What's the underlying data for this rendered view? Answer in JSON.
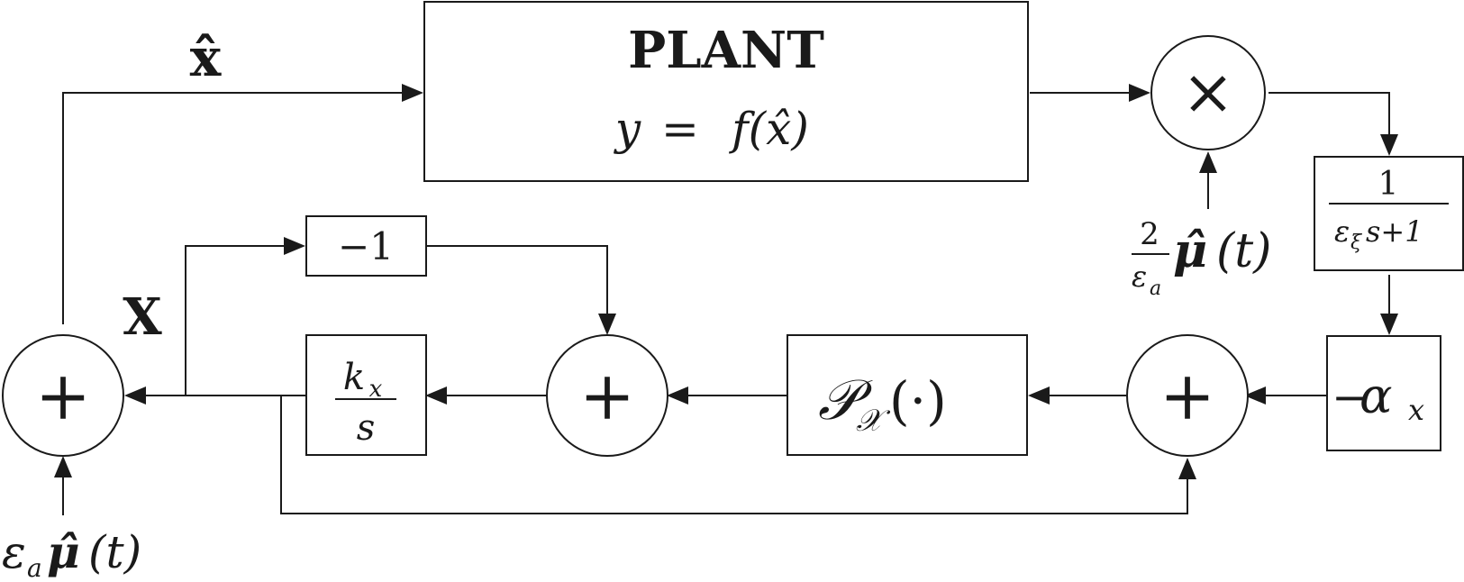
{
  "plant": {
    "title": "PLANT",
    "equation_lhs": "y",
    "equation_eq": "=",
    "equation_func": "f(x̂)"
  },
  "multiplier": {
    "symbol": "×"
  },
  "lowpass": {
    "numerator": "1",
    "denominator_eps": "ε",
    "denominator_sub": "ξ",
    "denominator_rest": "s+1"
  },
  "gain_alpha": {
    "minus": "−",
    "alpha": "α",
    "sub": "x"
  },
  "projection": {
    "script_p": "𝒫",
    "sub": "𝒳",
    "arg": "(·)"
  },
  "integrator": {
    "numerator_k": "k",
    "numerator_sub": "x",
    "denominator": "s"
  },
  "neg_one": {
    "label": "−1"
  },
  "summers": {
    "symbol": "+"
  },
  "signals": {
    "xhat": "x̂",
    "x": "X",
    "dither_in_eps": "ε",
    "dither_in_sub": "a",
    "dither_in_mu": "μ̂",
    "dither_in_t": "(t)",
    "demod_num": "2",
    "demod_den_eps": "ε",
    "demod_den_sub": "a",
    "demod_mu": "μ̂",
    "demod_t": "(t)"
  }
}
